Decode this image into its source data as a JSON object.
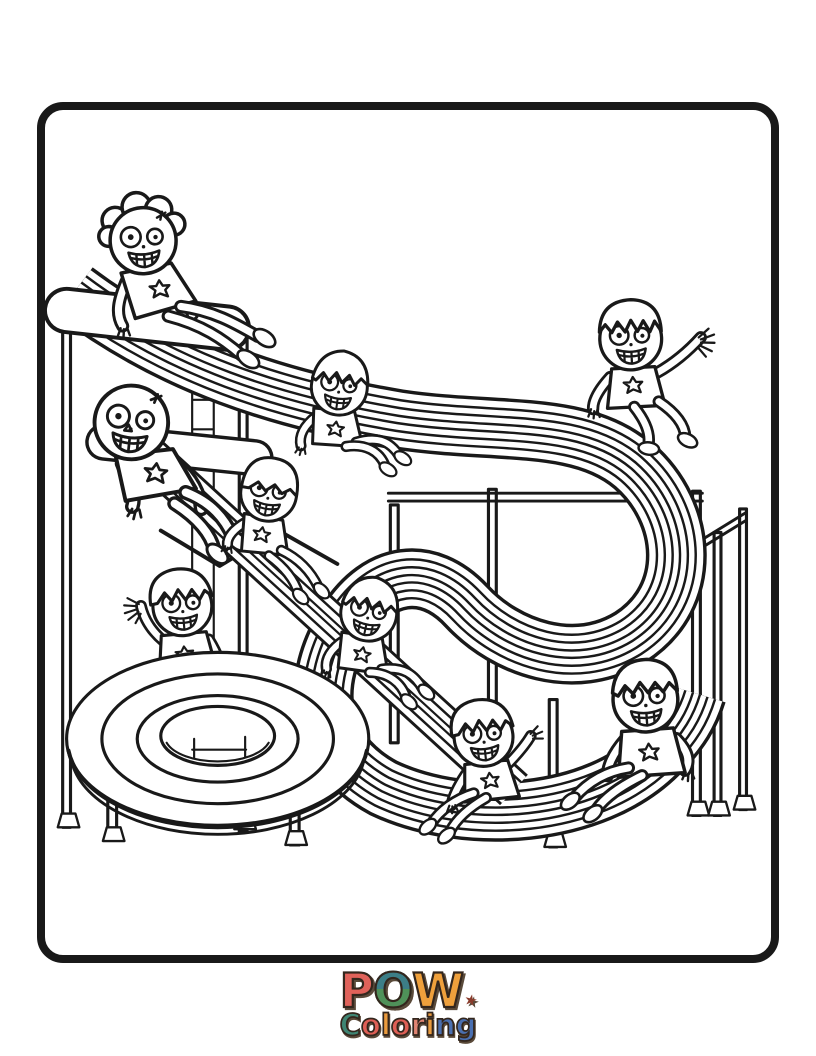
{
  "page": {
    "background": "#ffffff"
  },
  "frame": {
    "border_color": "#191919",
    "fill": "#ffffff"
  },
  "illustration": {
    "description": "Black-and-white coloring line art: nine zombie kids sliding on a looping playground water slide with a straight slide, support posts and a big inflatable ring tube",
    "line_color": "#191919",
    "zombie_count": 9
  },
  "logo": {
    "line1": {
      "text": "POW",
      "letters": [
        {
          "char": "P",
          "color": "#e0625a"
        },
        {
          "char": "O",
          "color": "#4f9159",
          "color_top": "#3c7e87"
        },
        {
          "char": "W",
          "color": "#efa03c"
        }
      ]
    },
    "star": {
      "glyph": "★",
      "color": "#8a3c2c"
    },
    "line2": {
      "text": "Coloring",
      "letters": [
        {
          "char": "C",
          "color": "#3f8573"
        },
        {
          "char": "o",
          "color": "#df5f55"
        },
        {
          "char": "l",
          "color": "#ea9b3e"
        },
        {
          "char": "o",
          "color": "#df5f55"
        },
        {
          "char": "r",
          "color": "#e08472"
        },
        {
          "char": "i",
          "color": "#ea9b3e"
        },
        {
          "char": "n",
          "color": "#4a6fb0"
        },
        {
          "char": "g",
          "color": "#4a6fb0"
        }
      ]
    },
    "outline_color": "#33261d"
  }
}
